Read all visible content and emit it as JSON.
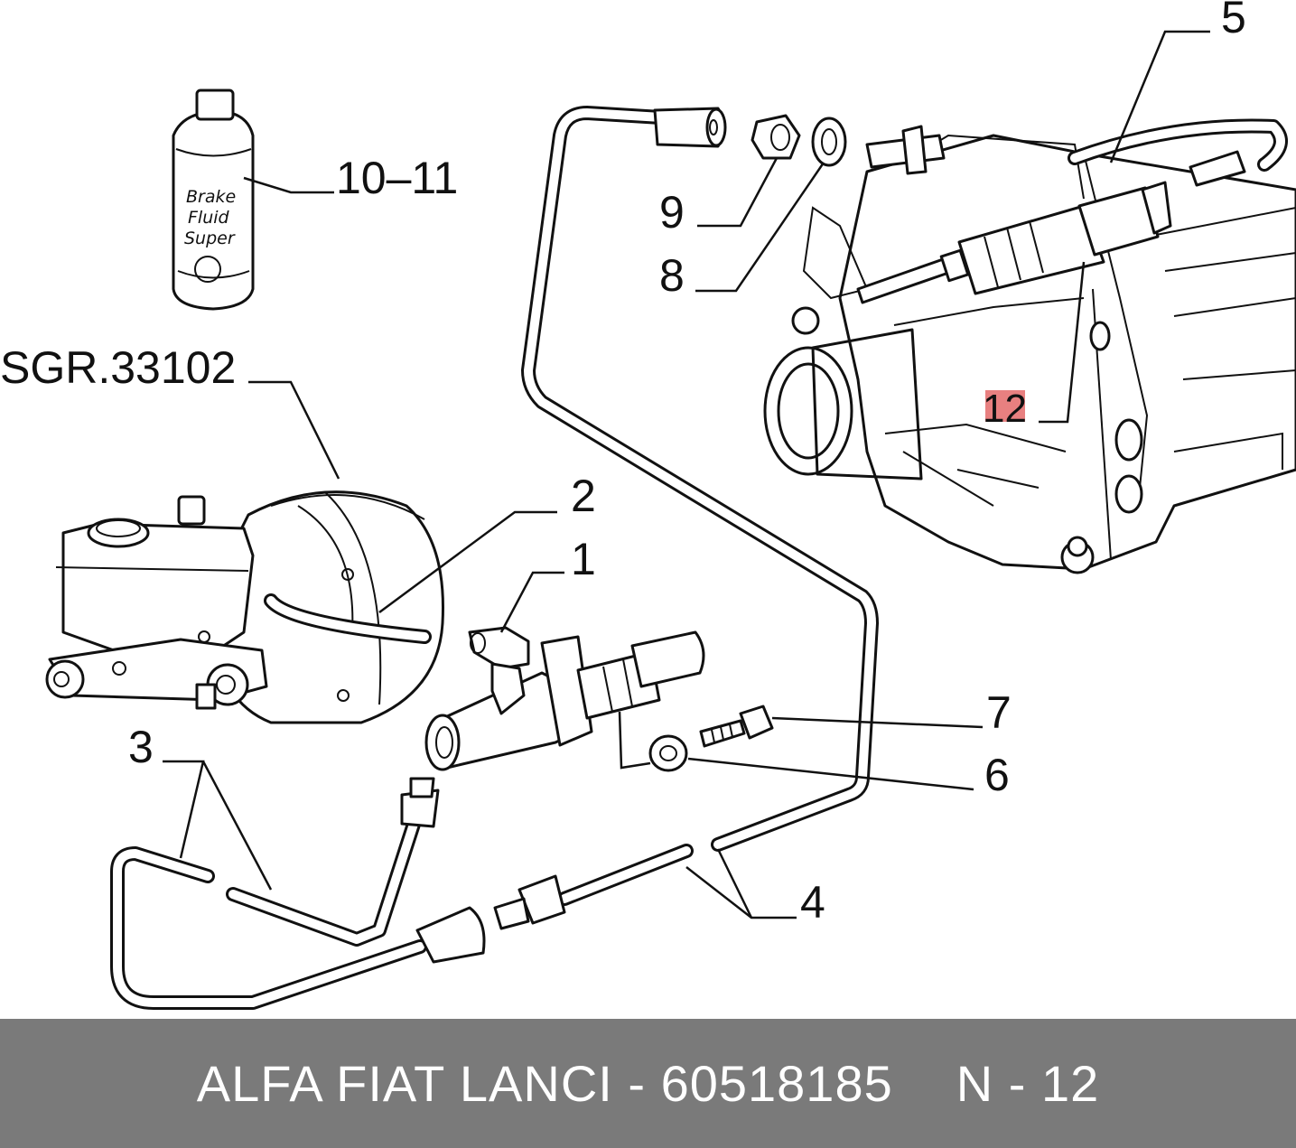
{
  "callouts": {
    "c5": "5",
    "c10_11": "10–11",
    "c9": "9",
    "c8": "8",
    "sgr": "SGR.33102",
    "c12": "12",
    "c2": "2",
    "c1": "1",
    "c7": "7",
    "c6": "6",
    "c3": "3",
    "c4": "4"
  },
  "bottle": {
    "line1": "Brake",
    "line2": "Fluid",
    "line3": "Super"
  },
  "footer": {
    "part_text": "ALFA FIAT LANCI - 60518185",
    "ref_text": "N - 12"
  },
  "colors": {
    "footer_bg": "#7a7a7a",
    "footer_text": "#ffffff",
    "highlight": "#e05555"
  }
}
